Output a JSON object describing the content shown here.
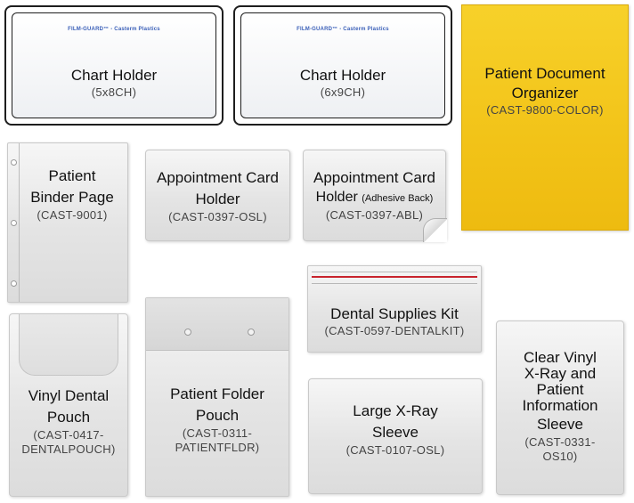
{
  "brand_text": "FILM-GUARD™ - Casterm Plastics",
  "products": {
    "chart_5x8": {
      "name": "Chart Holder",
      "sku": "(5x8CH)"
    },
    "chart_6x9": {
      "name": "Chart Holder",
      "sku": "(6x9CH)"
    },
    "organizer": {
      "name_line1": "Patient Document",
      "name_line2": "Organizer",
      "sku": "(CAST-9800-COLOR)"
    },
    "binder_page": {
      "name_line1": "Patient",
      "name_line2": "Binder Page",
      "sku": "(CAST-9001)"
    },
    "appt_card": {
      "name_line1": "Appointment Card",
      "name_line2": "Holder",
      "sku": "(CAST-0397-OSL)"
    },
    "appt_card_adhesive": {
      "name_line1": "Appointment Card",
      "name_line2": "Holder",
      "name_note": "(Adhesive Back)",
      "sku": "(CAST-0397-ABL)"
    },
    "dental_kit": {
      "name": "Dental Supplies Kit",
      "sku": "(CAST-0597-DENTALKIT)"
    },
    "dental_pouch": {
      "name_line1": "Vinyl Dental",
      "name_line2": "Pouch",
      "sku_line1": "(CAST-0417-",
      "sku_line2": "DENTALPOUCH)"
    },
    "folder_pouch": {
      "name_line1": "Patient Folder",
      "name_line2": "Pouch",
      "sku_line1": "(CAST-0311-",
      "sku_line2": "PATIENTFLDR)"
    },
    "xray_sleeve": {
      "name_line1": "Large X-Ray",
      "name_line2": "Sleeve",
      "sku": "(CAST-0107-OSL)"
    },
    "clear_vinyl": {
      "name_line1": "Clear Vinyl",
      "name_line2": "X-Ray and",
      "name_line3": "Patient",
      "name_line4": "Information",
      "name_line5": "Sleeve",
      "sku_line1": "(CAST-0331-",
      "sku_line2": "OS10)"
    }
  },
  "colors": {
    "organizer_yellow": "#f2c318",
    "brand_blue": "#3a5fb8",
    "zip_red": "#c8232c"
  }
}
